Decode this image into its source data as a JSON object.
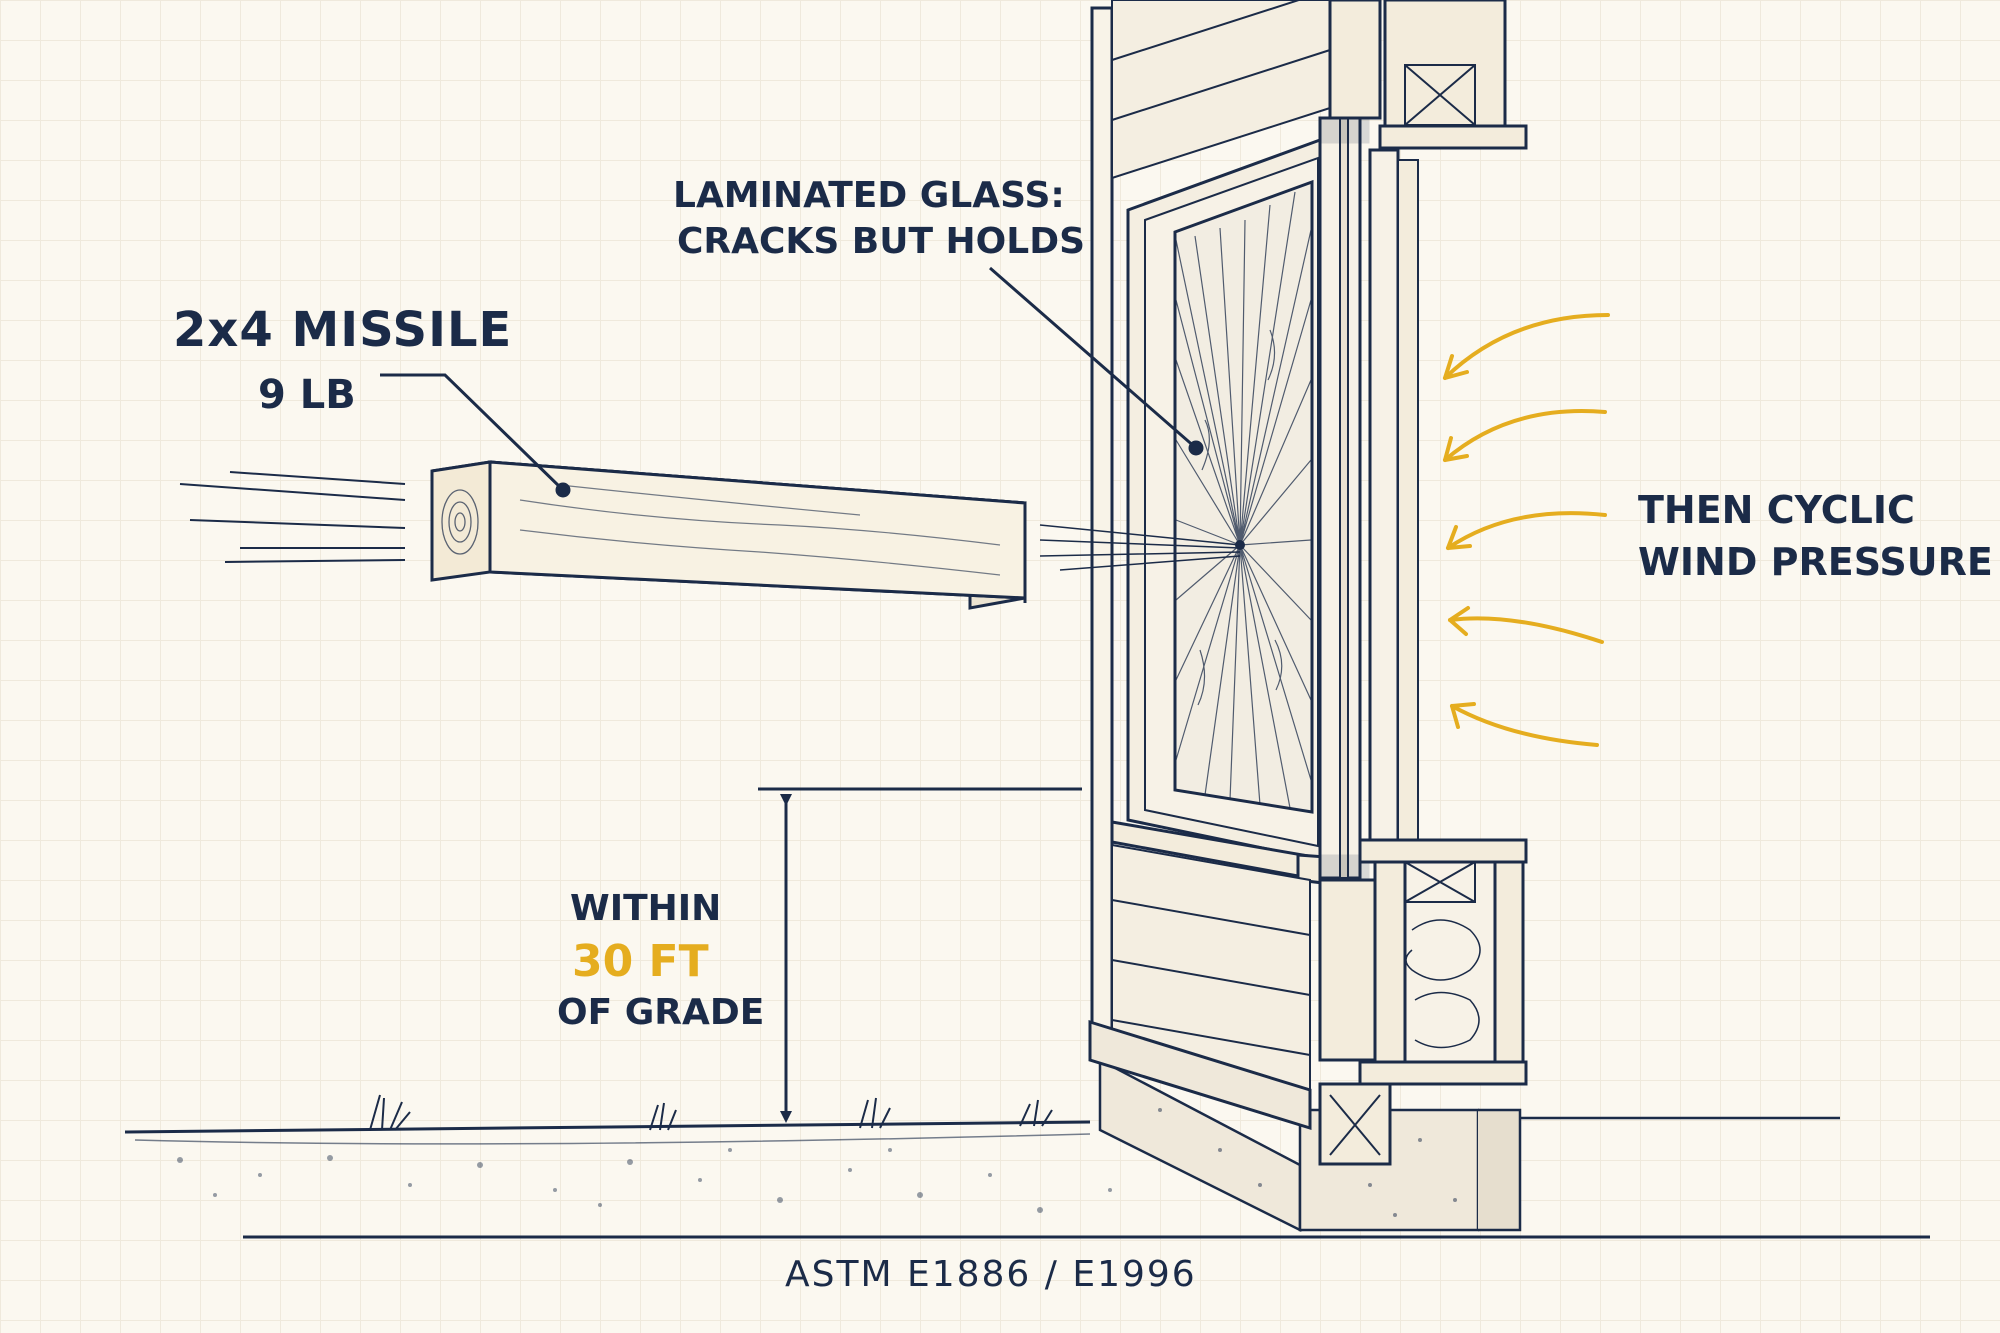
{
  "labels": {
    "missile_title": "2x4 MISSILE",
    "missile_weight": "9 LB",
    "glass_line1": "LAMINATED GLASS:",
    "glass_line2": "CRACKS BUT HOLDS",
    "wind_line1": "THEN CYCLIC",
    "wind_line2": "WIND PRESSURE",
    "height_line1": "WITHIN",
    "height_value": "30 FT",
    "height_line3": "OF GRADE",
    "standard": "ASTM E1886 / E1996"
  },
  "colors": {
    "ink": "#1b2b48",
    "accent": "#e5ad1f",
    "paper": "#fbf8f0",
    "wood": "#f3ecdc"
  }
}
